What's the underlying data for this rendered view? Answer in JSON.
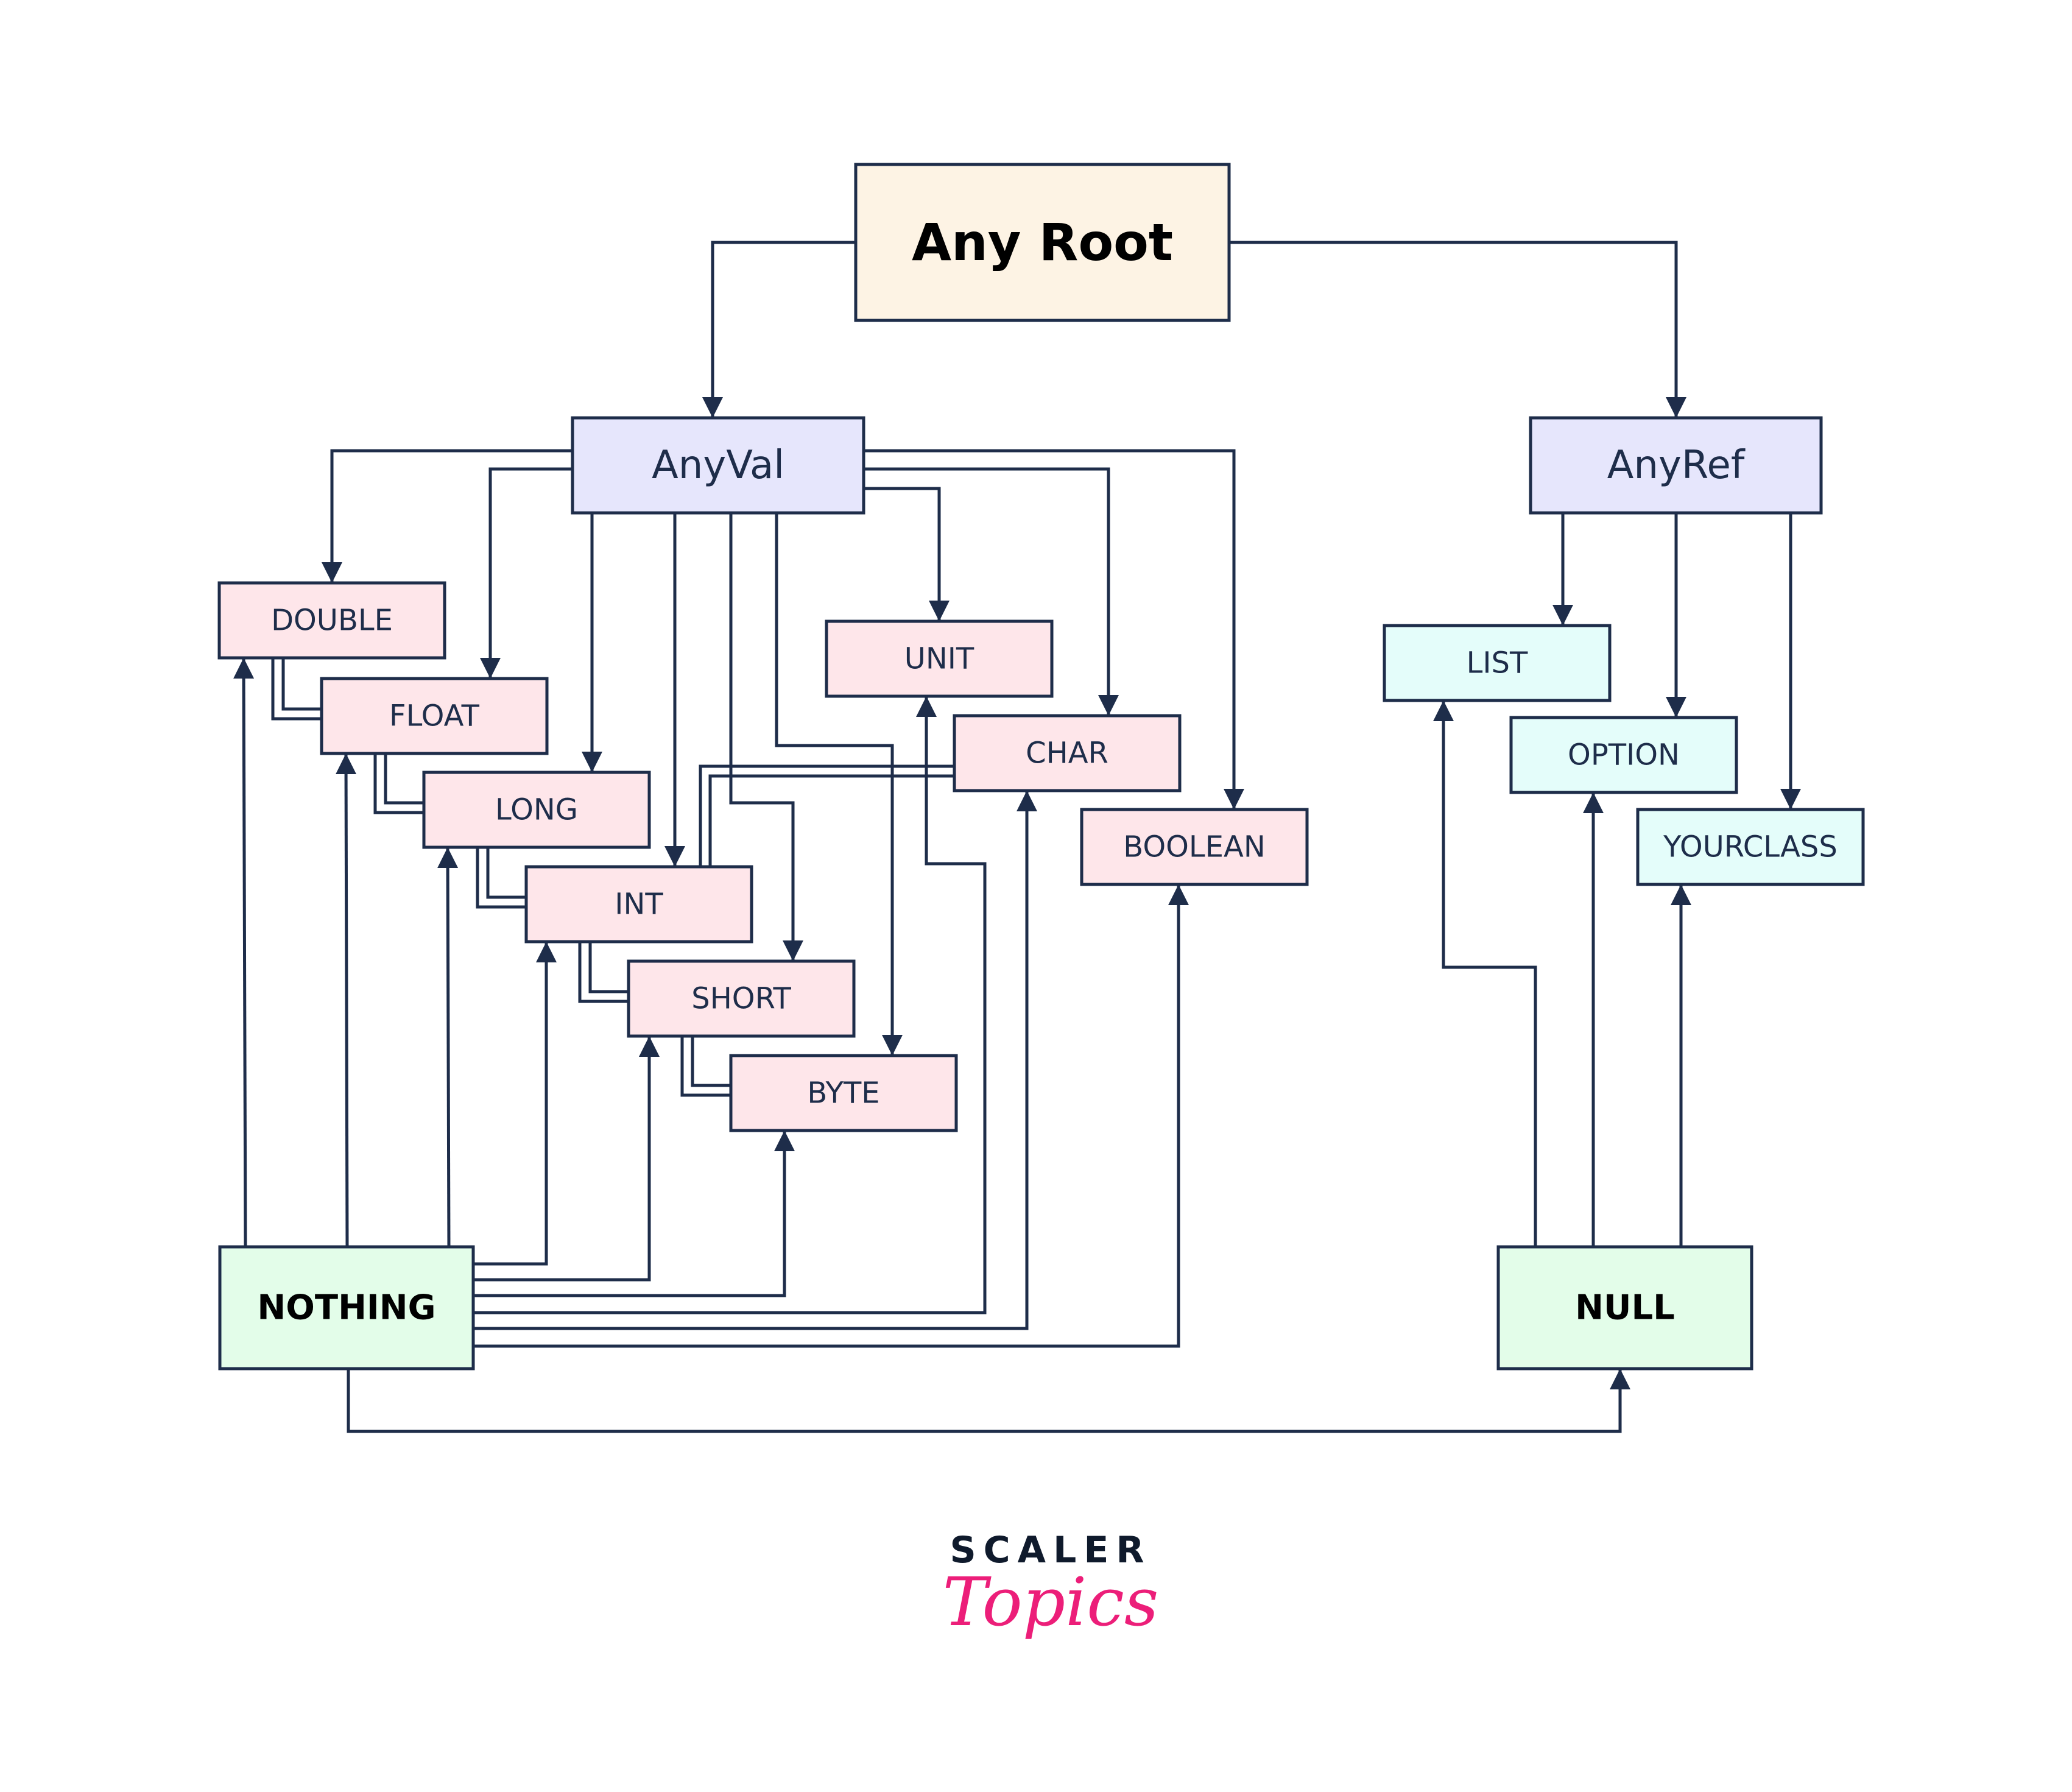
{
  "diagram": {
    "title": "Scala type hierarchy",
    "colors": {
      "stroke": "#1e2d4a",
      "root_fill": "#fdf3e4",
      "any_fill": "#e6e6fc",
      "value_fill": "#fee6ea",
      "ref_fill": "#e4fdfa",
      "bottom_fill": "#e3fde9",
      "brand_dark": "#0f1a2c",
      "brand_pink": "#ec1e79"
    },
    "nodes": [
      {
        "id": "anyroot",
        "label": "Any Root",
        "group": "root"
      },
      {
        "id": "anyval",
        "label": "AnyVal",
        "group": "any"
      },
      {
        "id": "anyref",
        "label": "AnyRef",
        "group": "any"
      },
      {
        "id": "double",
        "label": "DOUBLE",
        "group": "value"
      },
      {
        "id": "float",
        "label": "FLOAT",
        "group": "value"
      },
      {
        "id": "long",
        "label": "LONG",
        "group": "value"
      },
      {
        "id": "int",
        "label": "INT",
        "group": "value"
      },
      {
        "id": "short",
        "label": "SHORT",
        "group": "value"
      },
      {
        "id": "byte",
        "label": "BYTE",
        "group": "value"
      },
      {
        "id": "unit",
        "label": "UNIT",
        "group": "value"
      },
      {
        "id": "char",
        "label": "CHAR",
        "group": "value"
      },
      {
        "id": "boolean",
        "label": "BOOLEAN",
        "group": "value"
      },
      {
        "id": "list",
        "label": "LIST",
        "group": "ref"
      },
      {
        "id": "option",
        "label": "OPTION",
        "group": "ref"
      },
      {
        "id": "yourclass",
        "label": "YOURCLASS",
        "group": "ref"
      },
      {
        "id": "nothing",
        "label": "NOTHING",
        "group": "bottom"
      },
      {
        "id": "null",
        "label": "NULL",
        "group": "bottom"
      }
    ],
    "edges": [
      {
        "from": "anyroot",
        "to": "anyval",
        "kind": "arrow"
      },
      {
        "from": "anyroot",
        "to": "anyref",
        "kind": "arrow"
      },
      {
        "from": "anyval",
        "to": "double",
        "kind": "arrow"
      },
      {
        "from": "anyval",
        "to": "float",
        "kind": "arrow"
      },
      {
        "from": "anyval",
        "to": "long",
        "kind": "arrow"
      },
      {
        "from": "anyval",
        "to": "int",
        "kind": "arrow"
      },
      {
        "from": "anyval",
        "to": "short",
        "kind": "arrow"
      },
      {
        "from": "anyval",
        "to": "byte",
        "kind": "arrow"
      },
      {
        "from": "anyval",
        "to": "unit",
        "kind": "arrow"
      },
      {
        "from": "anyval",
        "to": "char",
        "kind": "arrow"
      },
      {
        "from": "anyval",
        "to": "boolean",
        "kind": "arrow"
      },
      {
        "from": "anyref",
        "to": "list",
        "kind": "arrow"
      },
      {
        "from": "anyref",
        "to": "option",
        "kind": "arrow"
      },
      {
        "from": "anyref",
        "to": "yourclass",
        "kind": "arrow"
      },
      {
        "from": "double",
        "to": "float",
        "kind": "conversion"
      },
      {
        "from": "float",
        "to": "long",
        "kind": "conversion"
      },
      {
        "from": "long",
        "to": "int",
        "kind": "conversion"
      },
      {
        "from": "int",
        "to": "short",
        "kind": "conversion"
      },
      {
        "from": "short",
        "to": "byte",
        "kind": "conversion"
      },
      {
        "from": "char",
        "to": "int",
        "kind": "conversion"
      },
      {
        "from": "nothing",
        "to": "double",
        "kind": "arrow"
      },
      {
        "from": "nothing",
        "to": "float",
        "kind": "arrow"
      },
      {
        "from": "nothing",
        "to": "long",
        "kind": "arrow"
      },
      {
        "from": "nothing",
        "to": "int",
        "kind": "arrow"
      },
      {
        "from": "nothing",
        "to": "short",
        "kind": "arrow"
      },
      {
        "from": "nothing",
        "to": "byte",
        "kind": "arrow"
      },
      {
        "from": "nothing",
        "to": "unit",
        "kind": "arrow"
      },
      {
        "from": "nothing",
        "to": "char",
        "kind": "arrow"
      },
      {
        "from": "nothing",
        "to": "boolean",
        "kind": "arrow"
      },
      {
        "from": "nothing",
        "to": "null",
        "kind": "arrow"
      },
      {
        "from": "null",
        "to": "list",
        "kind": "arrow"
      },
      {
        "from": "null",
        "to": "option",
        "kind": "arrow"
      },
      {
        "from": "null",
        "to": "yourclass",
        "kind": "arrow"
      }
    ]
  },
  "brand": {
    "top": "SCALER",
    "bottom": "Topics"
  }
}
